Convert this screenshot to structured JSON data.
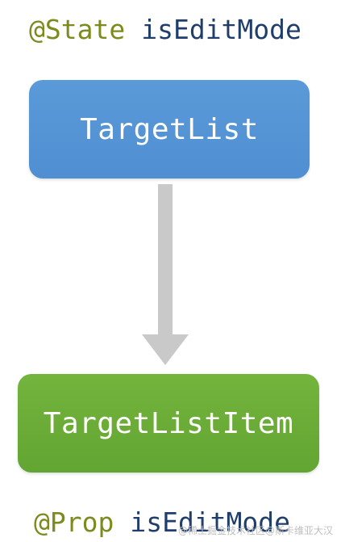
{
  "top_decorator": {
    "decorator": "@State",
    "property": "isEditMode"
  },
  "parent_component": {
    "label": "TargetList"
  },
  "child_component": {
    "label": "TargetListItem"
  },
  "bottom_decorator": {
    "decorator": "@Prop",
    "property": "isEditMode"
  },
  "watermark": "@稀土掘金技术社区@斯卡维亚大汉",
  "colors": {
    "decorator": "#7d8a1e",
    "property": "#1f3e6b",
    "parent_box": "#5596d5",
    "child_box": "#6aad37",
    "arrow": "#c9c9c9"
  }
}
